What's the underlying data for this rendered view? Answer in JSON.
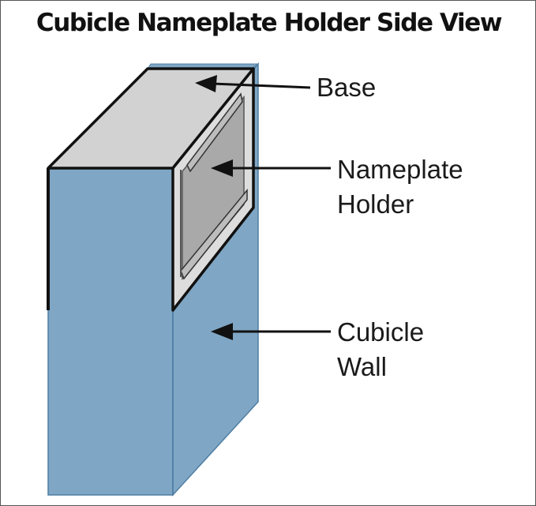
{
  "title": "Cubicle Nameplate Holder Side View",
  "labels": {
    "base": "Base",
    "nameplate_holder": [
      "Nameplate",
      "Holder"
    ],
    "cubicle_wall": [
      "Cubicle",
      "Wall"
    ]
  },
  "colors": {
    "wall": "#7fa6c4",
    "wall_edge": "#4f7ea3",
    "base_top": "#d2d2d2",
    "holder_face": "#dddddd",
    "holder_window": "#a9a9a9",
    "outline": "#111111"
  }
}
